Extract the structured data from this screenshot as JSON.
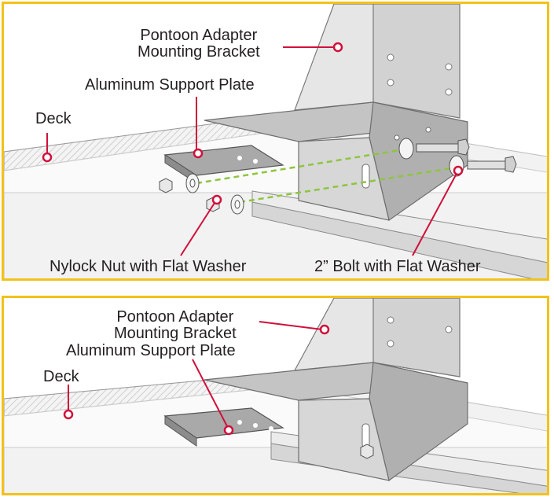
{
  "top_panel": {
    "labels": {
      "bracket_line1": "Pontoon Adapter",
      "bracket_line2": "Mounting Bracket",
      "support_plate": "Aluminum Support Plate",
      "deck": "Deck",
      "nut": "Nylock Nut with Flat Washer",
      "bolt": "2” Bolt with Flat Washer"
    }
  },
  "bottom_panel": {
    "labels": {
      "bracket_line1": "Pontoon Adapter",
      "bracket_line2": "Mounting Bracket",
      "support_plate": "Aluminum Support Plate",
      "deck": "Deck"
    }
  },
  "colors": {
    "frame": "#f2c21b",
    "leader": "#d0103a",
    "dashed_guide": "#8dc63f",
    "metal_light": "#d9d9d9",
    "metal_mid": "#bcbcbc",
    "metal_dark": "#8c8c8c"
  }
}
